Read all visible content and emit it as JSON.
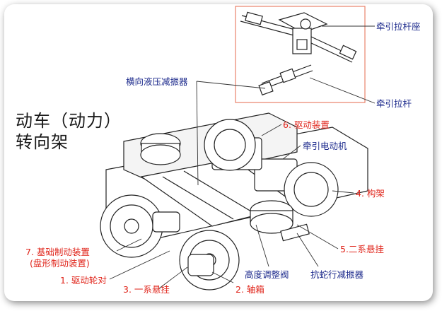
{
  "title": {
    "line1": "动车（动力）",
    "line2": "转向架"
  },
  "labels": {
    "drawbar_seat": "牵引拉杆座",
    "drawbar": "牵引拉杆",
    "lateral_damper": "横向液压减振器",
    "drive_unit": "6. 驱动装置",
    "traction_motor": "牵引电动机",
    "frame": "4. 构架",
    "brake_line1": "7. 基础制动装置",
    "brake_line2": "(盘形制动装置)",
    "wheelset": "1. 驱动轮对",
    "primary_suspension": "3. 一系悬挂",
    "axle_box": "2. 轴箱",
    "leveling_valve": "高度调整阀",
    "yaw_damper": "抗蛇行减振器",
    "secondary_suspension": "5.二系悬挂"
  },
  "colors": {
    "red_label": "#e0251b",
    "blue_label": "#1c2a8c",
    "inset_border": "#e8836a",
    "line": "#333333"
  }
}
